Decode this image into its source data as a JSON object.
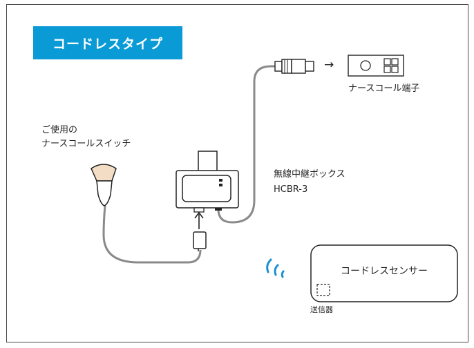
{
  "title": "コードレスタイプ",
  "labels": {
    "switch_line1": "ご使用の",
    "switch_line2": "ナースコールスイッチ",
    "terminal": "ナースコール端子",
    "relay_line1": "無線中継ボックス",
    "relay_line2": "HCBR-3",
    "sensor": "コードレスセンサー",
    "transmitter": "送信器",
    "arrow": "→"
  },
  "colors": {
    "accent": "#0a9ad6",
    "cable": "#8a8a8a",
    "wave": "#1a8fd0",
    "outline": "#222222"
  }
}
